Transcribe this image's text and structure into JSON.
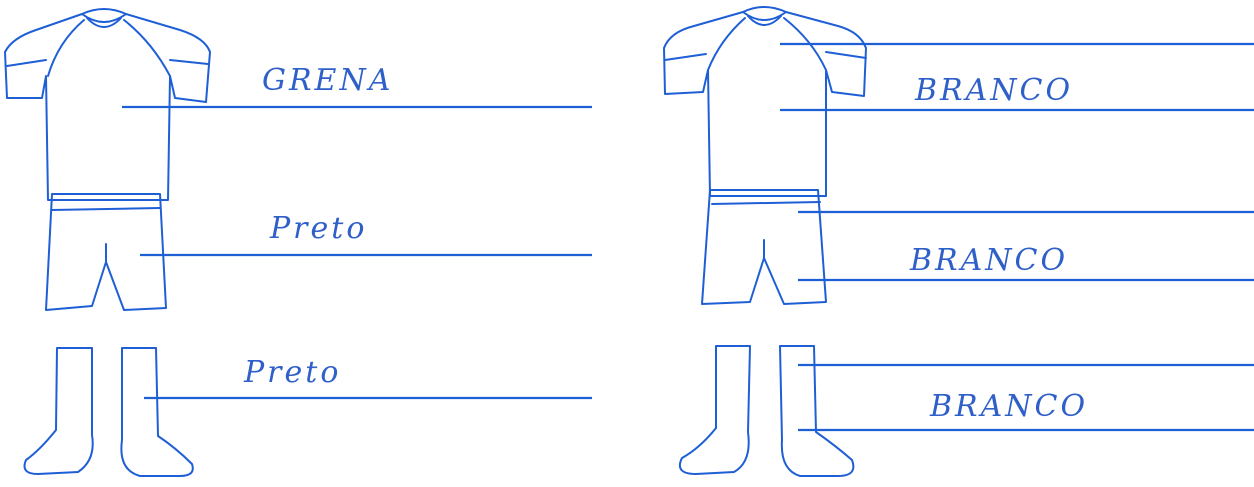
{
  "accent_color": "#1f5fd6",
  "left_kit": {
    "shirt_color": "GRENA",
    "shorts_color": "Preto",
    "socks_color": "Preto"
  },
  "right_kit": {
    "shirt_color": "BRANCO",
    "shorts_color": "BRANCO",
    "socks_color": "BRANCO"
  },
  "icons": [
    "shirt-icon",
    "shorts-icon",
    "socks-icon"
  ]
}
